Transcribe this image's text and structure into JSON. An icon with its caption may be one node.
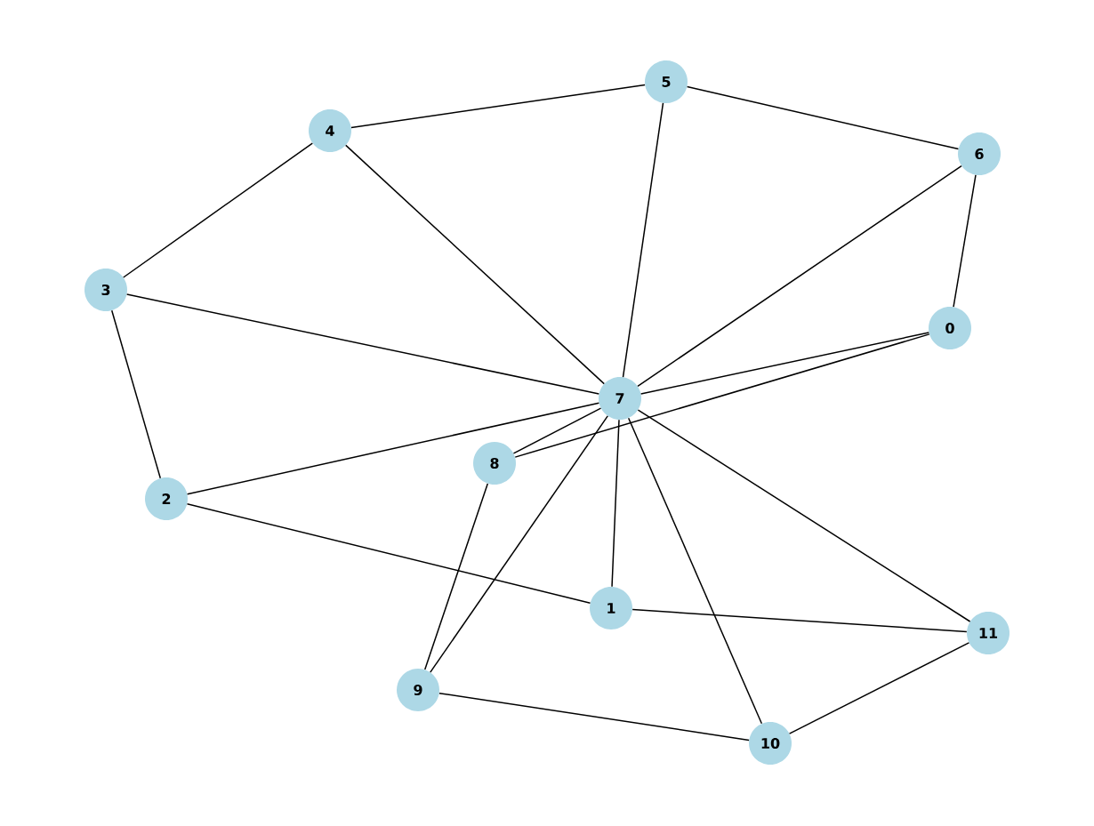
{
  "diagram": {
    "nodes": [
      {
        "text": [
          "5"
        ]
      },
      {
        "text": [
          "4"
        ]
      },
      {
        "text": [
          "6"
        ]
      },
      {
        "text": [
          "3"
        ]
      },
      {
        "text": [
          "0"
        ]
      },
      {
        "text": [
          "7"
        ]
      },
      {
        "text": [
          "8"
        ]
      },
      {
        "text": [
          "2"
        ]
      },
      {
        "text": [
          "1"
        ]
      },
      {
        "text": [
          "11"
        ]
      },
      {
        "text": [
          "9"
        ]
      },
      {
        "text": [
          "10"
        ]
      }
    ],
    "edges": [
      {
        "from": 1,
        "to": 0,
        "arrow": "none"
      },
      {
        "from": 0,
        "to": 2,
        "arrow": "none"
      },
      {
        "from": 0,
        "to": 5,
        "arrow": "none"
      },
      {
        "from": 1,
        "to": 5,
        "arrow": "none"
      },
      {
        "from": 1,
        "to": 3,
        "arrow": "none"
      },
      {
        "from": 3,
        "to": 5,
        "arrow": "none"
      },
      {
        "from": 3,
        "to": 7,
        "arrow": "none"
      },
      {
        "from": 2,
        "to": 5,
        "arrow": "none"
      },
      {
        "from": 2,
        "to": 4,
        "arrow": "none"
      },
      {
        "from": 4,
        "to": 5,
        "arrow": "none"
      },
      {
        "from": 4,
        "to": 6,
        "arrow": "none"
      },
      {
        "from": 5,
        "to": 7,
        "arrow": "none"
      },
      {
        "from": 5,
        "to": 6,
        "arrow": "none"
      },
      {
        "from": 5,
        "to": 10,
        "arrow": "none"
      },
      {
        "from": 5,
        "to": 8,
        "arrow": "none"
      },
      {
        "from": 5,
        "to": 11,
        "arrow": "none"
      },
      {
        "from": 5,
        "to": 9,
        "arrow": "none"
      },
      {
        "from": 6,
        "to": 10,
        "arrow": "none"
      },
      {
        "from": 7,
        "to": 8,
        "arrow": "none"
      },
      {
        "from": 8,
        "to": 9,
        "arrow": "none"
      },
      {
        "from": 10,
        "to": 11,
        "arrow": "none"
      },
      {
        "from": 11,
        "to": 9,
        "arrow": "none"
      }
    ]
  }
}
